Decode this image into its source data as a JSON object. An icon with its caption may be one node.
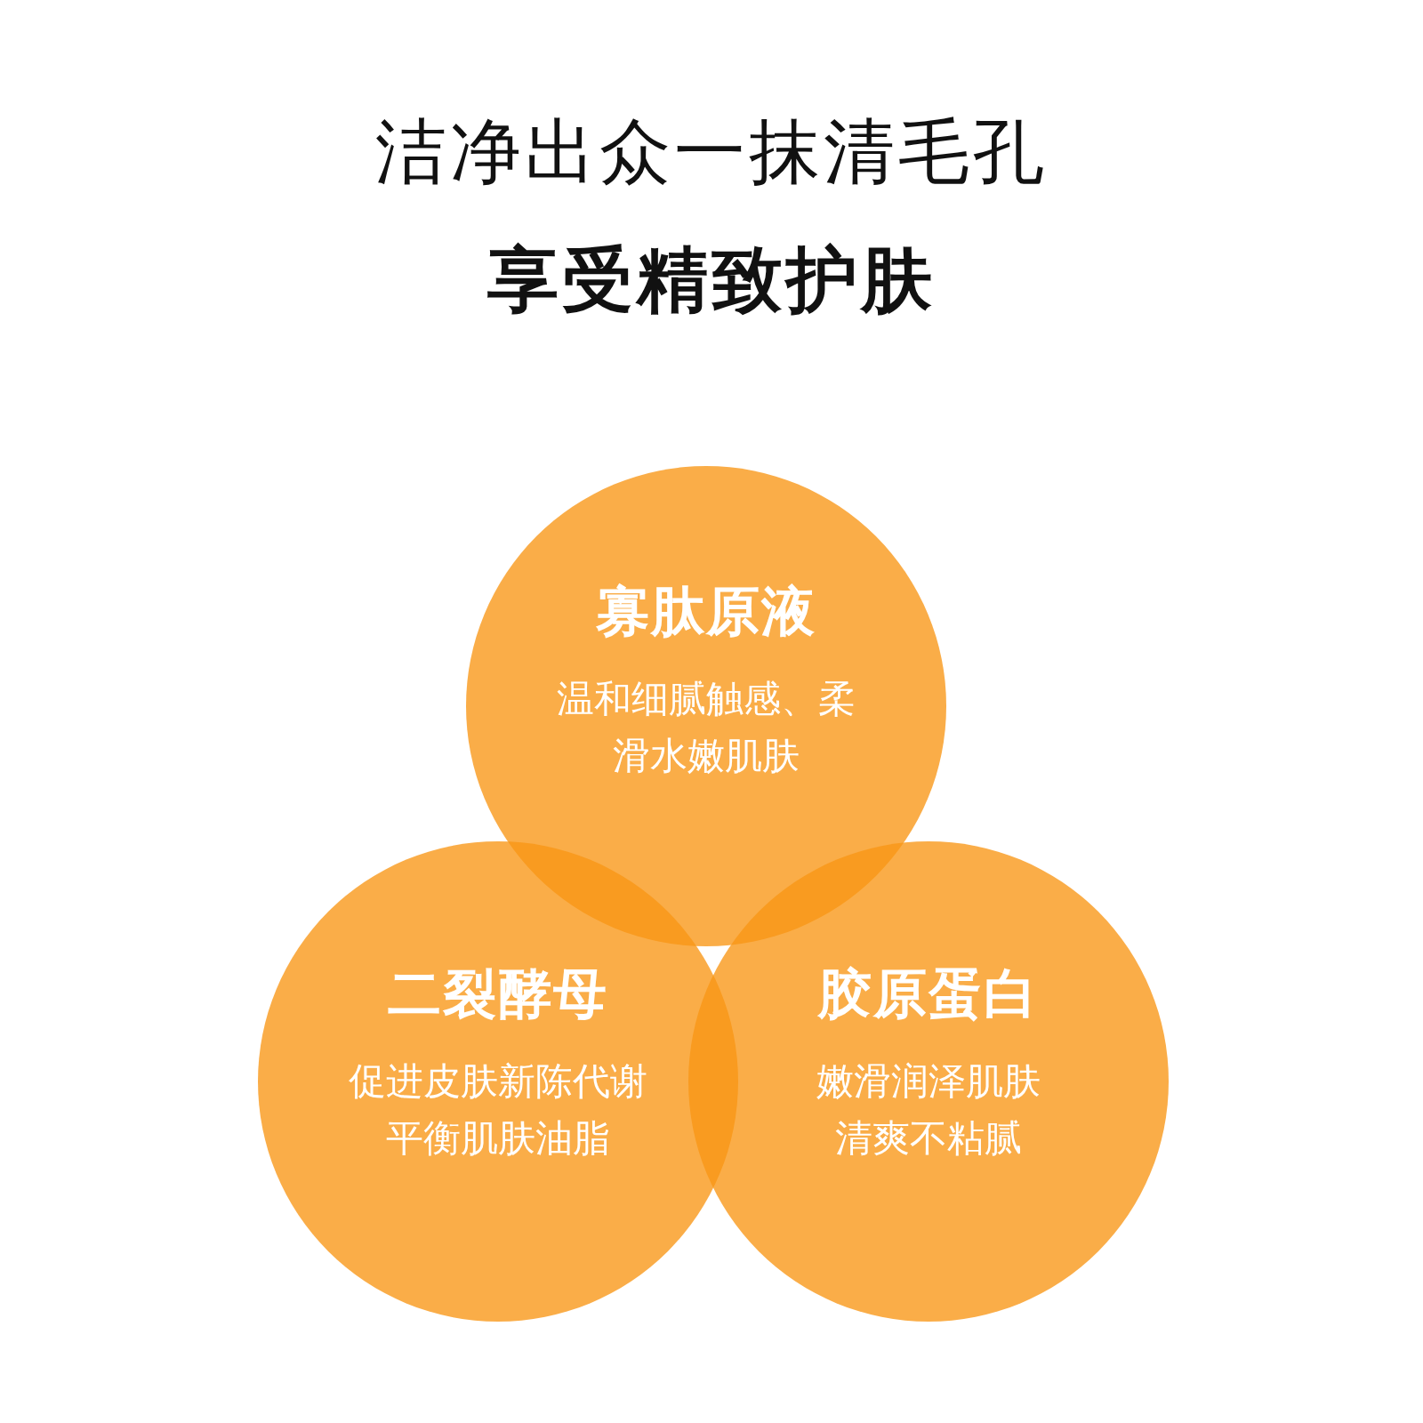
{
  "diagram": {
    "title": "洁净出众一抹清毛孔",
    "nodes": [
      {
        "text": [
          "寡肽原液",
          "温和细腻触感、柔滑水嫩肌肤"
        ]
      },
      {
        "text": [
          "二裂酵母",
          "促进皮肤新陈代谢平衡肌肤油脂"
        ]
      },
      {
        "text": [
          "胶原蛋白",
          "嫩滑润泽肌肤清爽不粘腻"
        ]
      }
    ],
    "edges": [],
    "labels": [
      "享受精致护肤"
    ]
  }
}
